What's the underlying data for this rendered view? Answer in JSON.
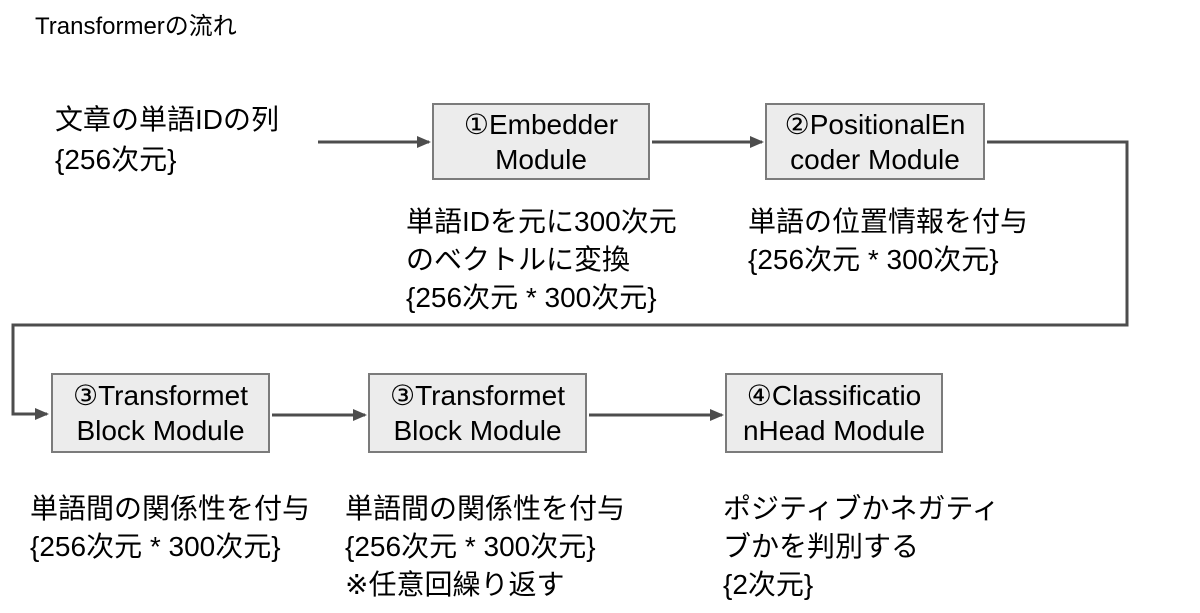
{
  "title": "Transformerの流れ",
  "source": {
    "lines": [
      "文章の単語IDの列",
      "{256次元}"
    ]
  },
  "boxes": {
    "embedder": {
      "lines": [
        "①Embedder",
        "Module"
      ]
    },
    "positional": {
      "lines": [
        "②PositionalEn",
        "coder Module"
      ]
    },
    "transformer1": {
      "lines": [
        "③Transformet",
        "Block Module"
      ]
    },
    "transformer2": {
      "lines": [
        "③Transformet",
        "Block Module"
      ]
    },
    "classification": {
      "lines": [
        "④Classificatio",
        "nHead Module"
      ]
    }
  },
  "captions": {
    "embedder": {
      "lines": [
        "単語IDを元に300次元",
        "のベクトルに変換",
        "{256次元 * 300次元}"
      ]
    },
    "positional": {
      "lines": [
        "単語の位置情報を付与",
        "{256次元 * 300次元}"
      ]
    },
    "transformer1": {
      "lines": [
        "単語間の関係性を付与",
        "{256次元 * 300次元}"
      ]
    },
    "transformer2": {
      "lines": [
        "単語間の関係性を付与",
        "{256次元 * 300次元}",
        "※任意回繰り返す"
      ]
    },
    "classification": {
      "lines": [
        "ポジティブかネガティ",
        "ブかを判別する",
        "{2次元}"
      ]
    }
  },
  "colors": {
    "box_fill": "#ececec",
    "box_border": "#7b7b7b",
    "connector": "#4d4d4d",
    "text": "#000000",
    "background": "#ffffff"
  }
}
